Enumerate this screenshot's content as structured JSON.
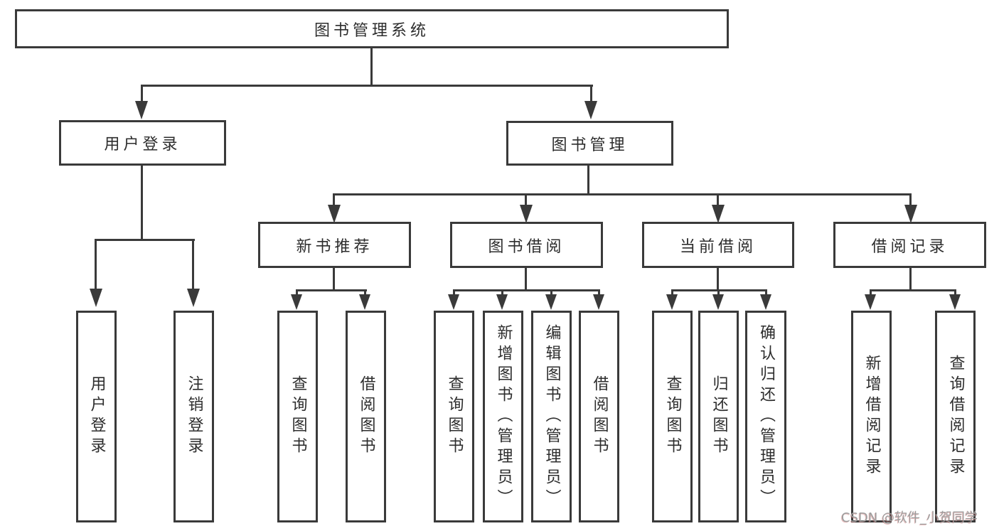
{
  "diagram_title": "图书管理系统",
  "nodes": {
    "root": "图书管理系统",
    "l2": [
      "用户登录",
      "图书管理"
    ],
    "l3": [
      "新书推荐",
      "图书借阅",
      "当前借阅",
      "借阅记录"
    ],
    "leaves": [
      "用户登录",
      "注销登录",
      "查询图书",
      "借阅图书",
      "查询图书",
      "新增图书（管理员）",
      "编辑图书（管理员）",
      "借阅图书",
      "查询图书",
      "归还图书",
      "确认归还（管理员）",
      "新增借阅记录",
      "查询借阅记录"
    ]
  },
  "hierarchy": {
    "图书管理系统": [
      "用户登录",
      "图书管理"
    ],
    "用户登录": [
      "用户登录",
      "注销登录"
    ],
    "图书管理": [
      "新书推荐",
      "图书借阅",
      "当前借阅",
      "借阅记录"
    ],
    "新书推荐": [
      "查询图书",
      "借阅图书"
    ],
    "图书借阅": [
      "查询图书",
      "新增图书（管理员）",
      "编辑图书（管理员）",
      "借阅图书"
    ],
    "当前借阅": [
      "查询图书",
      "归还图书",
      "确认归还（管理员）"
    ],
    "借阅记录": [
      "新增借阅记录",
      "查询借阅记录"
    ]
  },
  "watermark": "CSDN @软件_小贺同学",
  "colors": {
    "background": "#ffffff",
    "line": "#3a3a3a",
    "text": "#2d2d2d",
    "watermark": "#9d9d9d"
  }
}
